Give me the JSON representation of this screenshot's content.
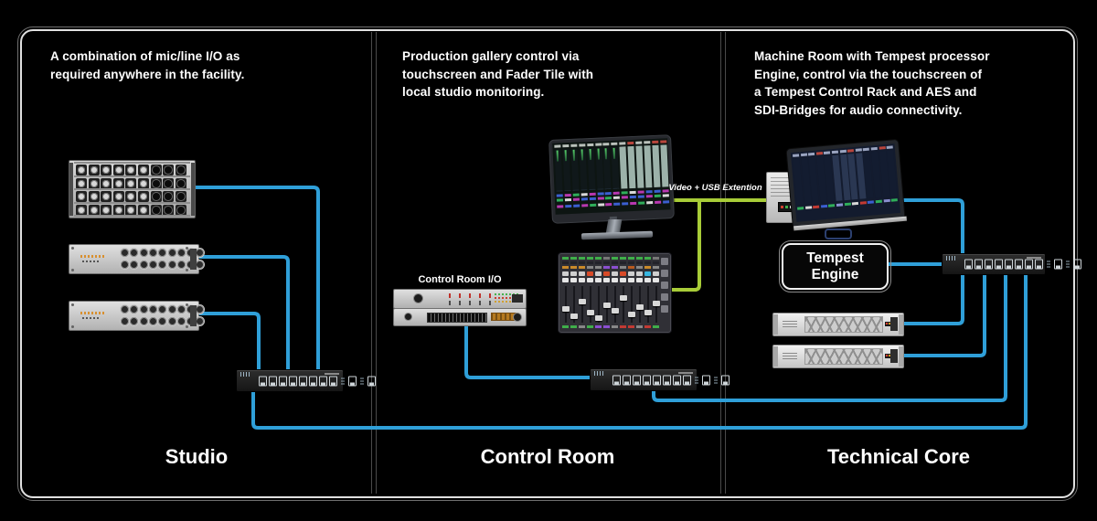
{
  "colors": {
    "cable_blue": "#2f9fd8",
    "cable_green": "#a8cc38",
    "frame_border": "#e0e0e0",
    "background": "#000000"
  },
  "sections": [
    {
      "title": "Studio",
      "description": "A combination of mic/line I/O as\nrequired anywhere in the facility."
    },
    {
      "title": "Control Room",
      "description": "Production gallery control via\ntouchscreen and Fader Tile with\nlocal studio monitoring."
    },
    {
      "title": "Technical Core",
      "description": "Machine Room with Tempest processor\nEngine, control via the touchscreen of\na Tempest Control Rack and AES and\nSDI-Bridges for audio connectivity."
    }
  ],
  "labels": {
    "control_room_io": "Control Room I/O",
    "video_usb_extension": "Video + USB Extention",
    "tempest_engine": "Tempest\nEngine"
  }
}
